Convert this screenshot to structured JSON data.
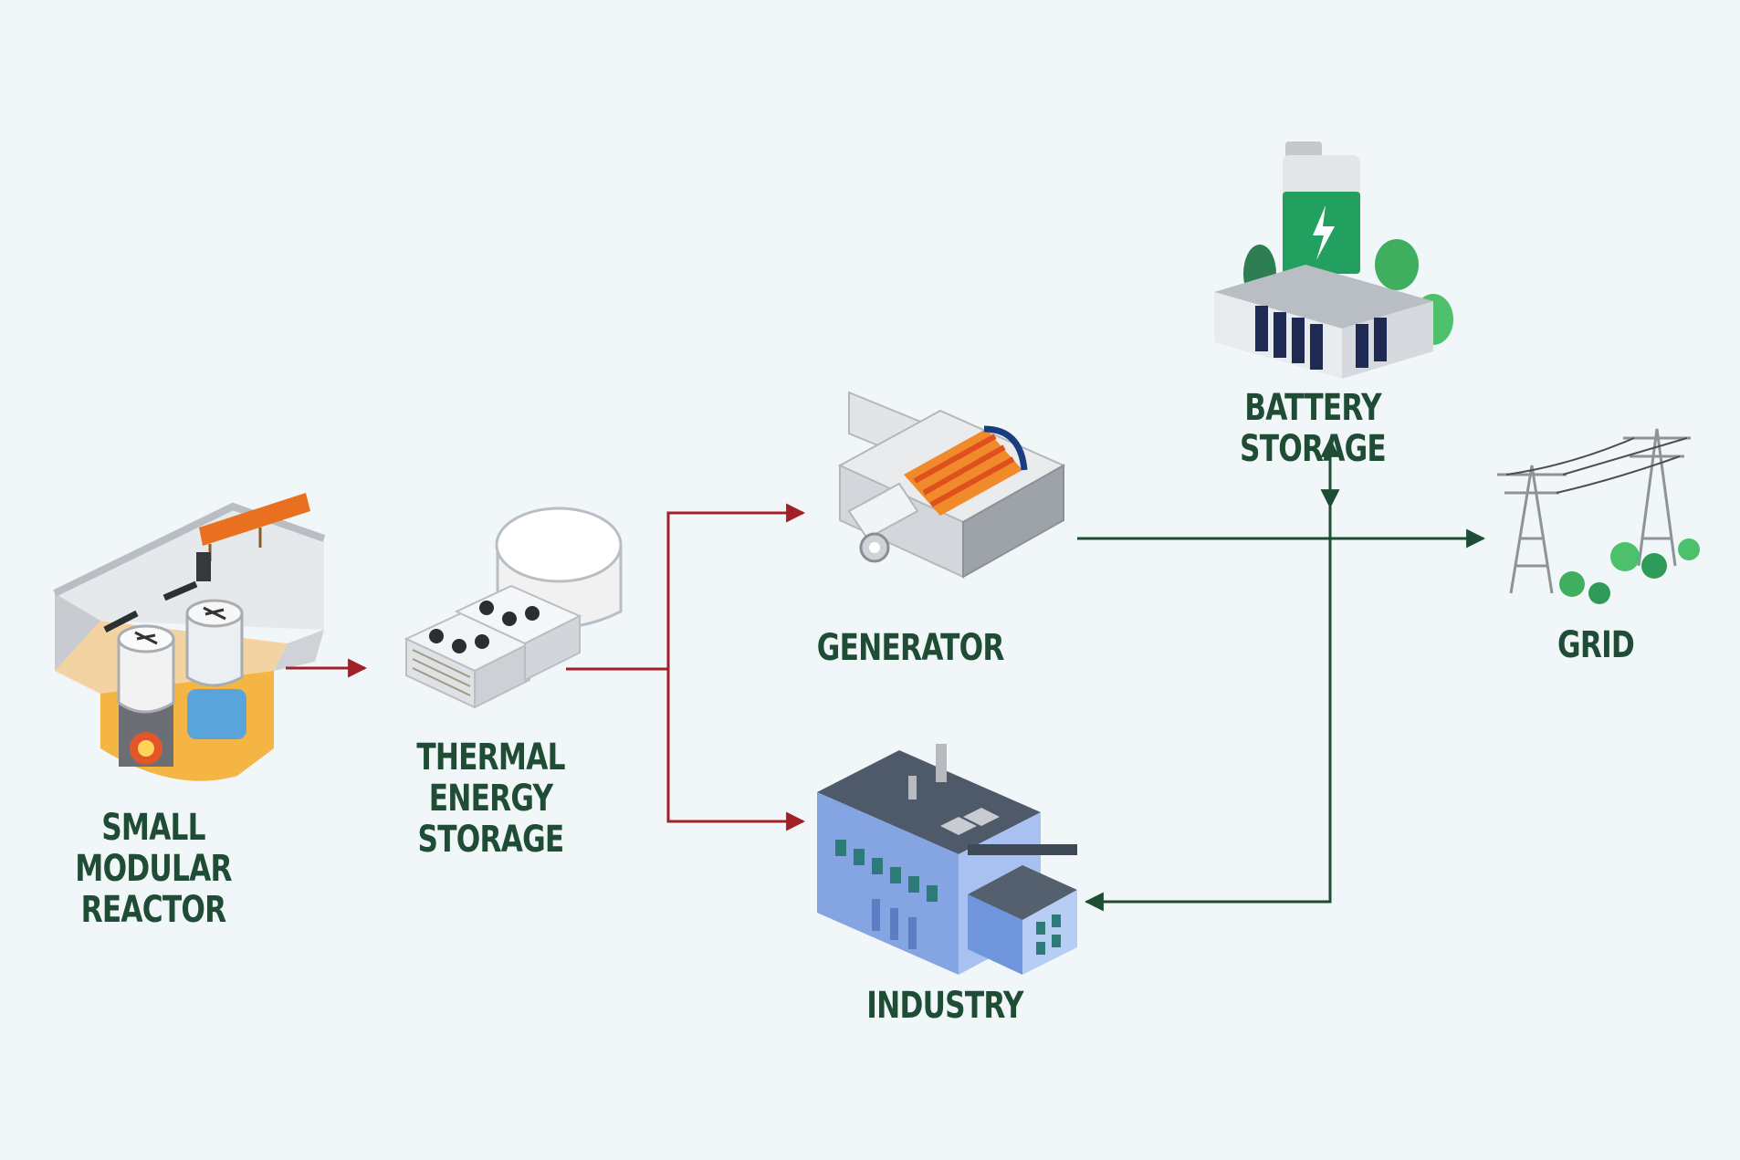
{
  "nodes": {
    "smr": {
      "icon": "small-modular-reactor-icon",
      "line1": "SMALL MODULAR",
      "line2": "REACTOR"
    },
    "thermal": {
      "icon": "thermal-storage-icon",
      "line1": "THERMAL",
      "line2": "ENERGY STORAGE"
    },
    "generator": {
      "icon": "generator-icon",
      "label": "GENERATOR"
    },
    "industry": {
      "icon": "factory-icon",
      "label": "INDUSTRY"
    },
    "battery": {
      "icon": "battery-icon",
      "label": "BATTERY STORAGE"
    },
    "grid": {
      "icon": "power-pylon-icon",
      "label": "GRID"
    }
  },
  "colors": {
    "background": "#f1f6f9",
    "heat_flow": "#a31f28",
    "electric_flow": "#1f4c34",
    "label": "#1f4c34",
    "battery_accent": "#22a060",
    "generator_accent": "#f07020",
    "factory_accent": "#6f95dc"
  }
}
